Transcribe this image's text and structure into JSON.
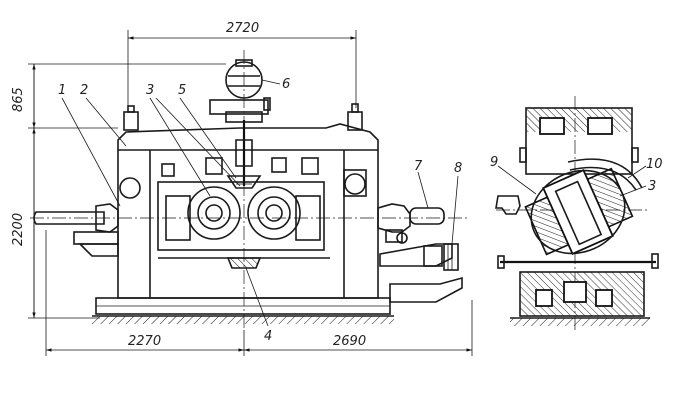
{
  "dimensions": {
    "top_span": "2720",
    "left_top": "865",
    "left_height": "2200",
    "bottom_left": "2270",
    "bottom_right": "2690"
  },
  "callouts": [
    {
      "id": "1",
      "label": "1"
    },
    {
      "id": "2",
      "label": "2"
    },
    {
      "id": "3a",
      "label": "3"
    },
    {
      "id": "5",
      "label": "5"
    },
    {
      "id": "6",
      "label": "6"
    },
    {
      "id": "7",
      "label": "7"
    },
    {
      "id": "8",
      "label": "8"
    },
    {
      "id": "4",
      "label": "4"
    },
    {
      "id": "9",
      "label": "9"
    },
    {
      "id": "10",
      "label": "10"
    },
    {
      "id": "3b",
      "label": "3"
    }
  ]
}
